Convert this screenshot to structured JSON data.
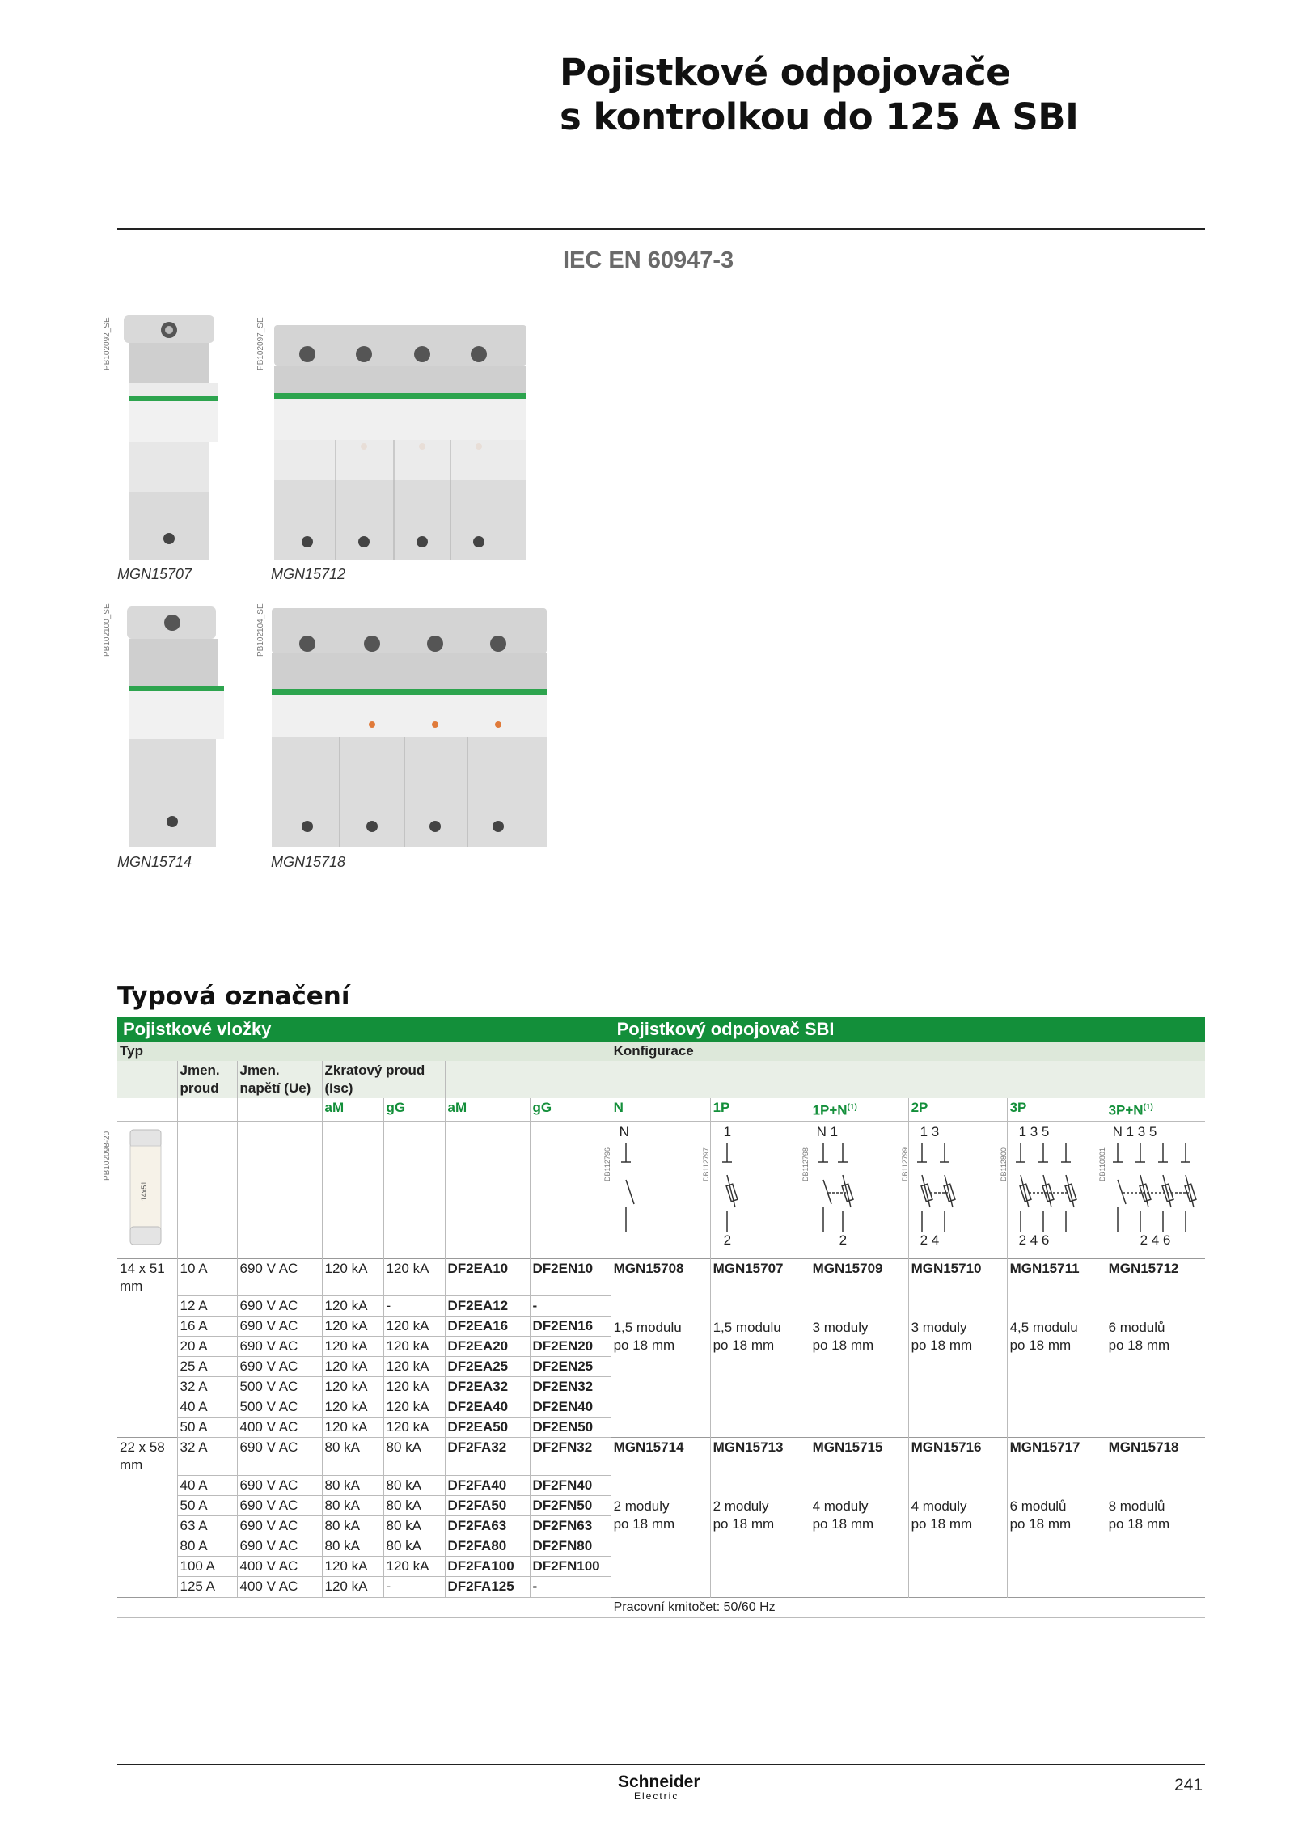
{
  "title_line1": "Pojistkové odpojovače",
  "title_line2": "s kontrolkou do 125 A SBI",
  "standard": "IEC EN 60947-3",
  "photos": [
    {
      "code": "PB102092_SE",
      "caption": "MGN15707"
    },
    {
      "code": "PB102097_SE",
      "caption": "MGN15712"
    },
    {
      "code": "PB102100_SE",
      "caption": "MGN15714"
    },
    {
      "code": "PB102104_SE",
      "caption": "MGN15718"
    }
  ],
  "section_title": "Typová označení",
  "table": {
    "left_header": "Pojistkové vložky",
    "right_header": "Pojistkový odpojovač SBI",
    "typ": "Typ",
    "konfigurace": "Konfigurace",
    "col_jmen_proud_1": "Jmen.",
    "col_jmen_proud_2": "proud",
    "col_jmen_napeti_1": "Jmen.",
    "col_jmen_napeti_2": "napětí (Ue)",
    "col_zkrat_1": "Zkratový proud",
    "col_zkrat_2": "(Isc)",
    "sub_am": "aM",
    "sub_gg": "gG",
    "fuse_photo_code": "PB102098-20",
    "configs": [
      {
        "label": "N",
        "sup": "",
        "db": "DB112796"
      },
      {
        "label": "1P",
        "sup": "",
        "db": "DB112797"
      },
      {
        "label": "1P+N",
        "sup": "(1)",
        "db": "DB112798"
      },
      {
        "label": "2P",
        "sup": "",
        "db": "DB112799"
      },
      {
        "label": "3P",
        "sup": "",
        "db": "DB112800"
      },
      {
        "label": "3P+N",
        "sup": "(1)",
        "db": "DB110801"
      }
    ],
    "diagram_top": [
      "N",
      "1",
      "N  1",
      "1   3",
      "1   3   5",
      "N  1   3   5"
    ],
    "diagram_bottom": [
      "",
      "2",
      "2",
      "2   4",
      "2   4   6",
      "2   4   6"
    ],
    "size1": "14 x 51",
    "size1_unit": "mm",
    "size2": "22 x 58",
    "size2_unit": "mm",
    "rows": [
      [
        "10 A",
        "690 V AC",
        "120 kA",
        "120 kA",
        "DF2EA10",
        "DF2EN10"
      ],
      [
        "12 A",
        "690 V AC",
        "120 kA",
        "-",
        "DF2EA12",
        "-"
      ],
      [
        "16 A",
        "690 V AC",
        "120 kA",
        "120 kA",
        "DF2EA16",
        "DF2EN16"
      ],
      [
        "20 A",
        "690 V AC",
        "120 kA",
        "120 kA",
        "DF2EA20",
        "DF2EN20"
      ],
      [
        "25 A",
        "690 V AC",
        "120 kA",
        "120 kA",
        "DF2EA25",
        "DF2EN25"
      ],
      [
        "32 A",
        "500 V AC",
        "120 kA",
        "120 kA",
        "DF2EA32",
        "DF2EN32"
      ],
      [
        "40 A",
        "500 V AC",
        "120 kA",
        "120 kA",
        "DF2EA40",
        "DF2EN40"
      ],
      [
        "50 A",
        "400 V AC",
        "120 kA",
        "120 kA",
        "DF2EA50",
        "DF2EN50"
      ],
      [
        "32 A",
        "690 V AC",
        "80 kA",
        "80 kA",
        "DF2FA32",
        "DF2FN32"
      ],
      [
        "40 A",
        "690 V AC",
        "80 kA",
        "80 kA",
        "DF2FA40",
        "DF2FN40"
      ],
      [
        "50 A",
        "690 V AC",
        "80 kA",
        "80 kA",
        "DF2FA50",
        "DF2FN50"
      ],
      [
        "63 A",
        "690 V AC",
        "80 kA",
        "80 kA",
        "DF2FA63",
        "DF2FN63"
      ],
      [
        "80 A",
        "690 V AC",
        "80 kA",
        "80 kA",
        "DF2FA80",
        "DF2FN80"
      ],
      [
        "100 A",
        "400 V AC",
        "120 kA",
        "120 kA",
        "DF2FA100",
        "DF2FN100"
      ],
      [
        "125 A",
        "400 V AC",
        "120 kA",
        "-",
        "DF2FA125",
        "-"
      ]
    ],
    "sbi_group1_refs": [
      "MGN15708",
      "MGN15707",
      "MGN15709",
      "MGN15710",
      "MGN15711",
      "MGN15712"
    ],
    "sbi_group1_sizes": [
      [
        "1,5 modulu",
        "po 18 mm"
      ],
      [
        "1,5 modulu",
        "po 18 mm"
      ],
      [
        "3 moduly",
        "po 18 mm"
      ],
      [
        "3 moduly",
        "po 18 mm"
      ],
      [
        "4,5 modulu",
        "po 18 mm"
      ],
      [
        "6 modulů",
        "po 18 mm"
      ]
    ],
    "sbi_group2_refs": [
      "MGN15714",
      "MGN15713",
      "MGN15715",
      "MGN15716",
      "MGN15717",
      "MGN15718"
    ],
    "sbi_group2_sizes": [
      [
        "2 moduly",
        "po 18 mm"
      ],
      [
        "2 moduly",
        "po 18 mm"
      ],
      [
        "4 moduly",
        "po 18 mm"
      ],
      [
        "4 moduly",
        "po 18 mm"
      ],
      [
        "6 modulů",
        "po 18 mm"
      ],
      [
        "8 modulů",
        "po 18 mm"
      ]
    ],
    "footnote": "Pracovní kmitočet: 50/60 Hz"
  },
  "footer": {
    "brand": "Schneider",
    "brand_sub": "Electric",
    "page": "241"
  },
  "colors": {
    "accent": "#138f3a",
    "header_bg": "#dde8da"
  }
}
